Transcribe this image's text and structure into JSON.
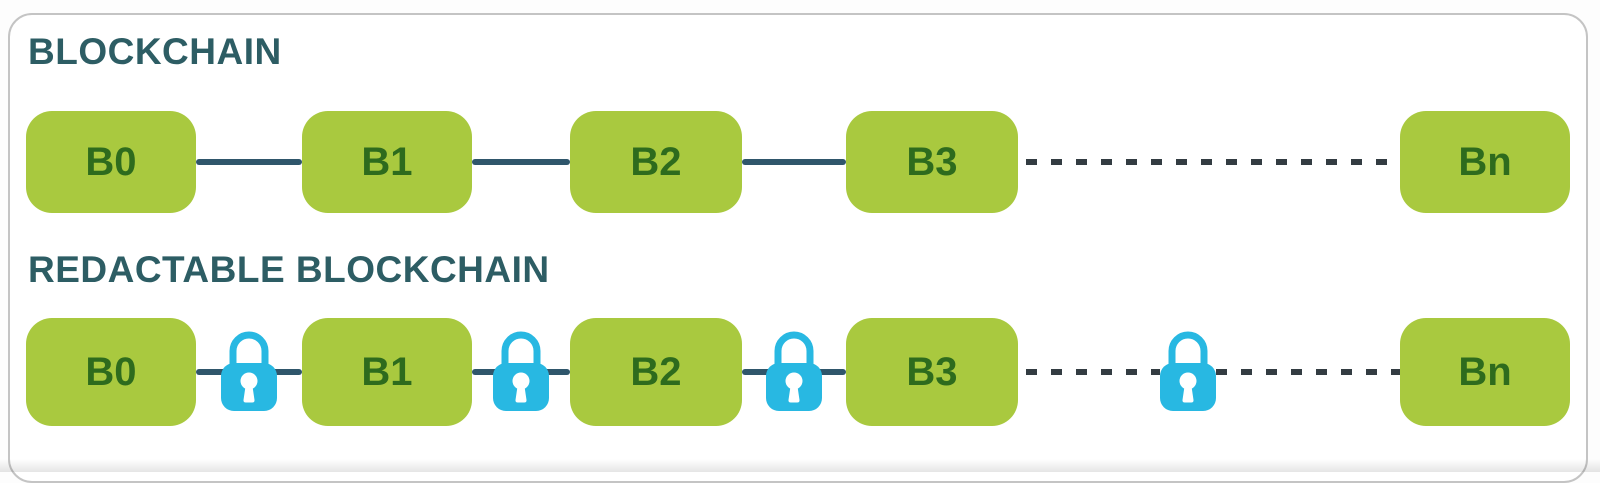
{
  "colors": {
    "page_bg": "#fdfdfd",
    "card_bg": "#ffffff",
    "card_border": "#c4c4c4",
    "title_text": "#2d5d64",
    "block_fill": "#a9c93f",
    "block_text": "#2e6b1d",
    "connector": "#2f566b",
    "dash": "#333c42",
    "lock_fill": "#28b8e2",
    "lock_keyhole": "#ffffff"
  },
  "sections": [
    {
      "title": "BLOCKCHAIN",
      "blocks": [
        "B0",
        "B1",
        "B2",
        "B3",
        "Bn"
      ],
      "link_style": "solid between B0–B3, dashed ellipsis to Bn",
      "locks": false
    },
    {
      "title": "REDACTABLE BLOCKCHAIN",
      "blocks": [
        "B0",
        "B1",
        "B2",
        "B3",
        "Bn"
      ],
      "link_style": "solid between B0–B3 with padlocks on each link, dashed ellipsis with padlock to Bn",
      "locks": true,
      "lock_icon": "padlock-icon",
      "lock_count": 4
    }
  ]
}
